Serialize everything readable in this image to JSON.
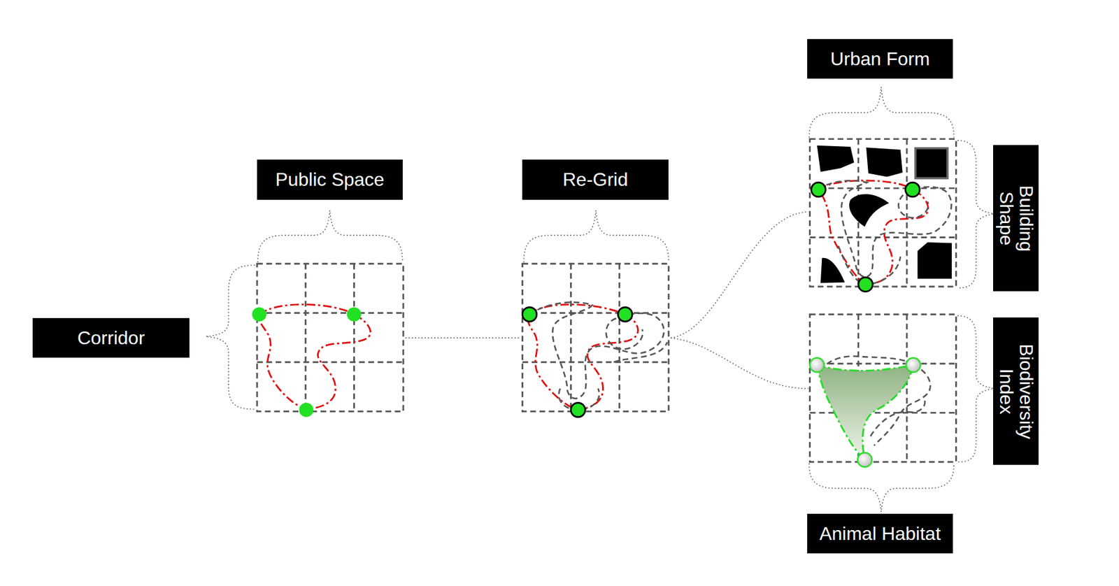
{
  "diagram": {
    "nodes": [
      {
        "text": [
          "Corridor"
        ]
      },
      {
        "text": [
          "Public Space"
        ]
      },
      {
        "text": [
          "Re-Grid"
        ]
      },
      {
        "text": [
          "Urban Form"
        ]
      },
      {
        "text": [
          "Building Shape"
        ]
      },
      {
        "text": [
          "Biodiversity Index"
        ]
      },
      {
        "text": [
          "Animal Habitat"
        ]
      }
    ]
  }
}
